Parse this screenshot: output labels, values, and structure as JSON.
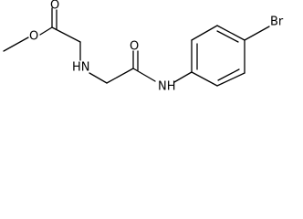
{
  "molecule": {
    "atoms": {
      "ester_methoxy_o": "O",
      "ester_carbonyl_o": "O",
      "amine_nh": "HN",
      "amide_carbonyl_o": "O",
      "amide_nh": "NH",
      "bromine": "Br"
    },
    "colors": {
      "bond": "#000000",
      "label": "#000000",
      "background": "#ffffff"
    }
  }
}
